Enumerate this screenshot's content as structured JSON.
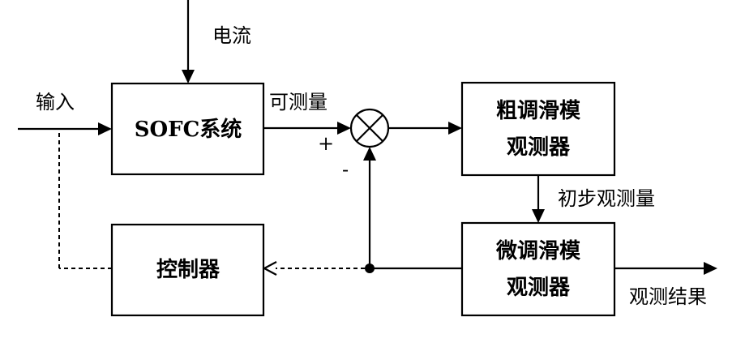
{
  "blocks": {
    "sofc": "SOFC系统",
    "coarse_line1": "粗调滑模",
    "coarse_line2": "观测器",
    "fine_line1": "微调滑模",
    "fine_line2": "观测器",
    "controller": "控制器"
  },
  "labels": {
    "current": "电流",
    "input": "输入",
    "measurable": "可测量",
    "plus": "+",
    "minus": "-",
    "preliminary": "初步观测量",
    "result": "观测结果"
  }
}
